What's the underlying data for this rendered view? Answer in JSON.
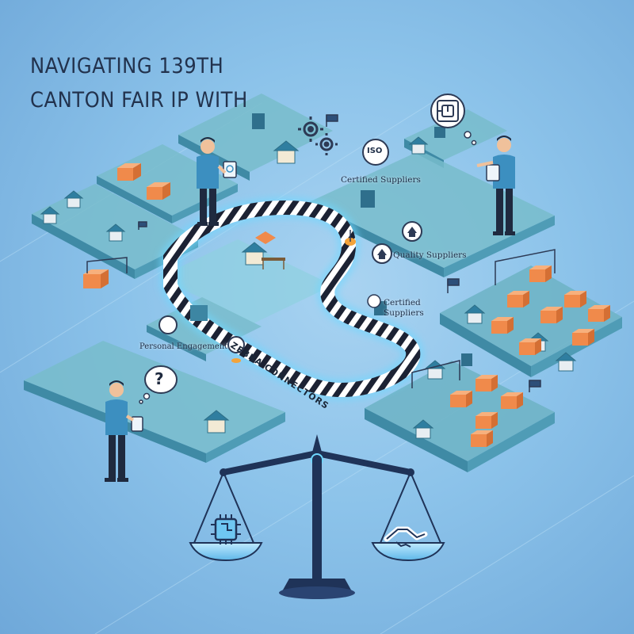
{
  "title": {
    "line1": "NAVIGATING 139TH",
    "line2": "CANTON FAIR IP WITH"
  },
  "labels": {
    "iso_badge": "ISO",
    "certified_suppliers_top": "Certified Suppliers",
    "quality_suppliers": "Quality Suppliers",
    "certified_suppliers_mid_1": "Certified",
    "certified_suppliers_mid_2": "Suppliers",
    "personal_engagement": "Personal Engagement",
    "zebra_connectors": "ZEBRA CONNECTORS",
    "question_mark": "?"
  },
  "icons": {
    "maze": "maze-thought-bubble",
    "question": "question-speech-bubble",
    "gears": "gears",
    "scale": "balance-scale",
    "chip": "circuit-chip",
    "handshake": "handshake",
    "house_badge": "house-badge"
  },
  "colors": {
    "background": "#8cc3ea",
    "platform": "#5fa8c4",
    "platform_top": "#78bccb",
    "house_orange": "#f08a4b",
    "zebra_dark": "#1c2233",
    "zebra_light": "#ffffff",
    "scale_body": "#1f3358",
    "title_text": "#22324d"
  }
}
